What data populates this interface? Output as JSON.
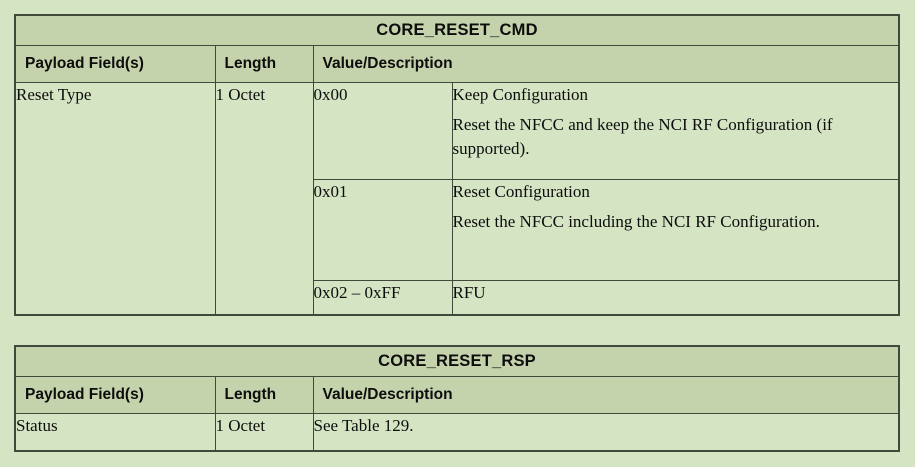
{
  "page": {
    "background_color": "#d5e4c3",
    "header_fill_color": "#c5d3ac",
    "border_color": "#41493a",
    "text_color": "#0d0d0d"
  },
  "tables": [
    {
      "title": "CORE_RESET_CMD",
      "columns": [
        "Payload Field(s)",
        "Length",
        "Value/Description"
      ],
      "rows": [
        {
          "field": "Reset Type",
          "length": "1 Octet",
          "values": [
            {
              "value": "0x00",
              "description_lines": [
                "Keep Configuration",
                "Reset the NFCC and keep the NCI RF Configuration (if supported)."
              ]
            },
            {
              "value": "0x01",
              "description_lines": [
                "Reset Configuration",
                "Reset the NFCC including the NCI RF Configuration."
              ]
            },
            {
              "value": "0x02 – 0xFF",
              "description_lines": [
                "RFU"
              ]
            }
          ]
        }
      ]
    },
    {
      "title": "CORE_RESET_RSP",
      "columns": [
        "Payload Field(s)",
        "Length",
        "Value/Description"
      ],
      "rows": [
        {
          "field": "Status",
          "length": "1 Octet",
          "description": "See Table 129."
        }
      ]
    }
  ]
}
